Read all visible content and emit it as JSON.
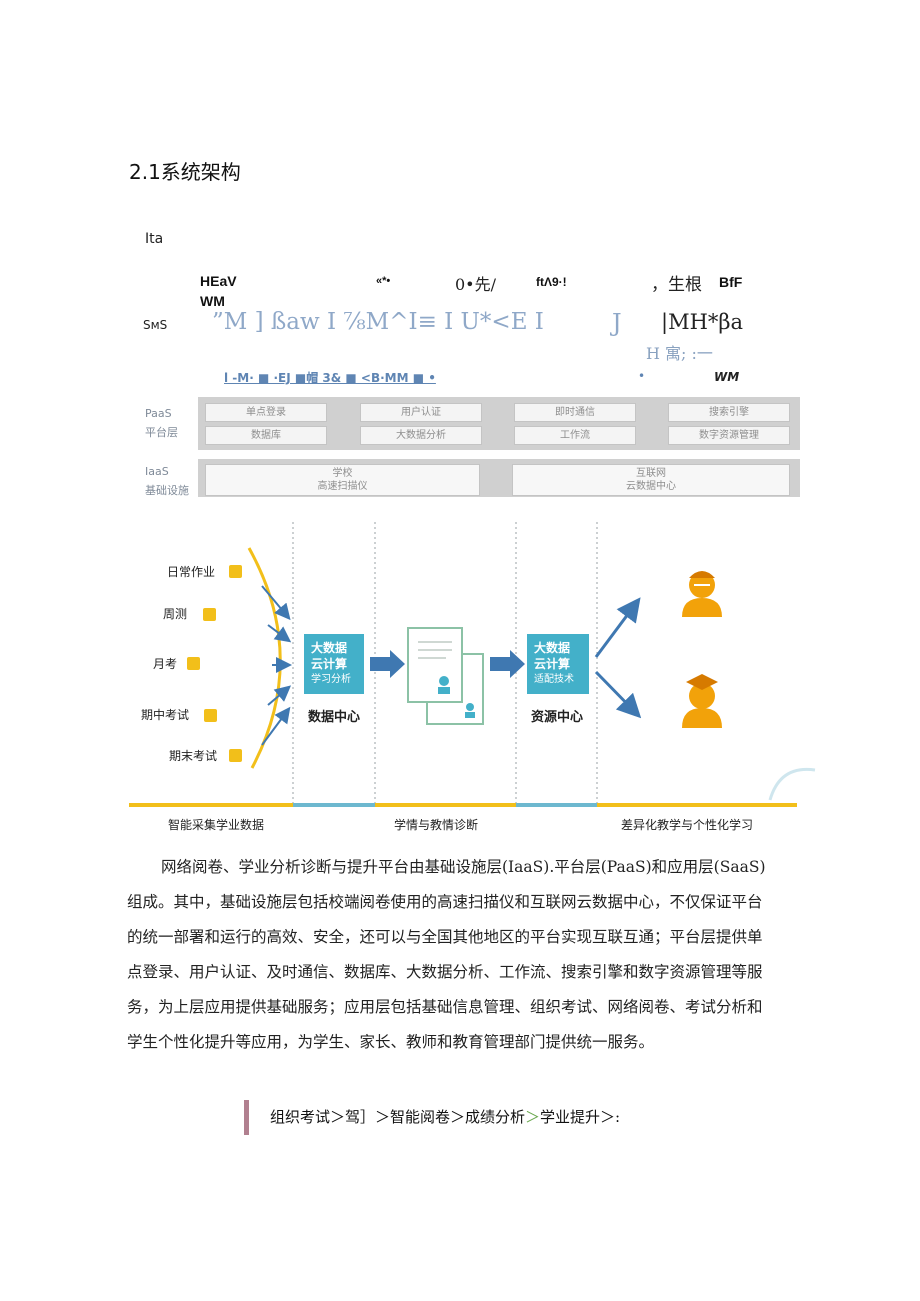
{
  "heading": "2.1系统架构",
  "garbled": {
    "ita": "Ita",
    "r1": [
      "HEaV",
      "«*•",
      "0•先/",
      "ftΛ9·!",
      "，生根",
      "BfF"
    ],
    "wm": "WM",
    "sms": "SмS",
    "big_left": "”M ] ßaw I ⅞M^I≡ I U*<E I",
    "big_j": "J",
    "big_right": "|MH*βa",
    "small_right": "H 寓; :一",
    "r4_left": "l -M· ■ ·EJ ■帽 3& ■ <B·MM ■ •",
    "r4_dot": "•",
    "r4_right": "WM"
  },
  "paas": {
    "side": [
      "PaaS",
      "平台层"
    ],
    "cells": [
      "单点登录",
      "用户认证",
      "即时通信",
      "搜索引擎",
      "数据库",
      "大数据分析",
      "工作流",
      "数字资源管理"
    ]
  },
  "iaas": {
    "side": [
      "IaaS",
      "基础设施"
    ],
    "cells": [
      [
        "学校",
        "高速扫描仪"
      ],
      [
        "互联网",
        "云数据中心"
      ]
    ]
  },
  "flow_diagram": {
    "sources": [
      "日常作业",
      "周测",
      "月考",
      "期中考试",
      "期末考试"
    ],
    "data_box": [
      "大数据",
      "云计算",
      "学习分析"
    ],
    "data_center": "数据中心",
    "resource_box": [
      "大数据",
      "云计算",
      "适配技术"
    ],
    "resource_center": "资源中心",
    "bottom": [
      "智能采集学业数据",
      "学情与教情诊断",
      "差异化教学与个性化学习"
    ],
    "colors": {
      "teal": "#43b0c9",
      "yellow": "#f2bf1a",
      "blue_arrow": "#3f78b1",
      "person": "#f2a20a"
    }
  },
  "paragraph": [
    "网络阅卷、学业分析诊断与提升平台由基础设施层(IaaS).平台层(PaaS)和应用层(SaaS)",
    "组成。其中，基础设施层包括校端阅卷使用的高速扫描仪和互联网云数据中心，不仅保证平台",
    "的统一部署和运行的高效、安全，还可以与全国其他地区的平台实现互联互通；平台层提供单",
    "点登录、用户认证、及时通信、数据库、大数据分析、工作流、搜索引擎和数字资源管理等服",
    "务，为上层应用提供基础服务；应用层包括基础信息管理、组织考试、网络阅卷、考试分析和",
    "学生个性化提升等应用，为学生、家长、教师和教育管理部门提供统一服务。"
  ],
  "process": {
    "s1": "组织考试＞驾］＞智能阅卷＞成绩分析",
    "s2": "＞",
    "s3": "学业提升＞:"
  }
}
